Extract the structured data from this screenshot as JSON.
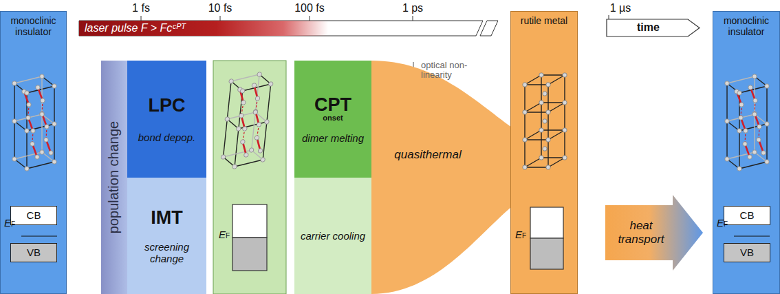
{
  "diagram": {
    "nodes": [
      {
        "text": [
          "monoclinic insulator"
        ]
      },
      {
        "text": [
          "CB"
        ],
        "in": 0
      },
      {
        "text": [
          "VB"
        ],
        "in": 0
      },
      {
        "text": [
          "laser pulse F > Fcᶜᴾᵀ"
        ]
      },
      {
        "text": [
          "time"
        ]
      },
      {
        "text": [
          "population change"
        ]
      },
      {
        "text": [
          "LPC",
          "bond depop."
        ]
      },
      {
        "text": [
          "IMT",
          "screening change"
        ]
      },
      {
        "text": [
          "CPT",
          "onset",
          "dimer melting"
        ]
      },
      {
        "text": [
          "carrier cooling"
        ]
      },
      {
        "text": [
          "quasithermal"
        ]
      },
      {
        "text": [
          "rutile metal"
        ]
      },
      {
        "text": [
          "heat transport"
        ]
      },
      {
        "text": [
          "monoclinic insulator"
        ]
      },
      {
        "text": [
          "CB"
        ],
        "in": 13
      },
      {
        "text": [
          "VB"
        ],
        "in": 13
      }
    ],
    "labels": [
      "1 fs",
      "10 fs",
      "100 fs",
      "1 ps",
      "1 µs",
      "optical non-linearity",
      "EF",
      "EF",
      "EF",
      "EF"
    ]
  }
}
